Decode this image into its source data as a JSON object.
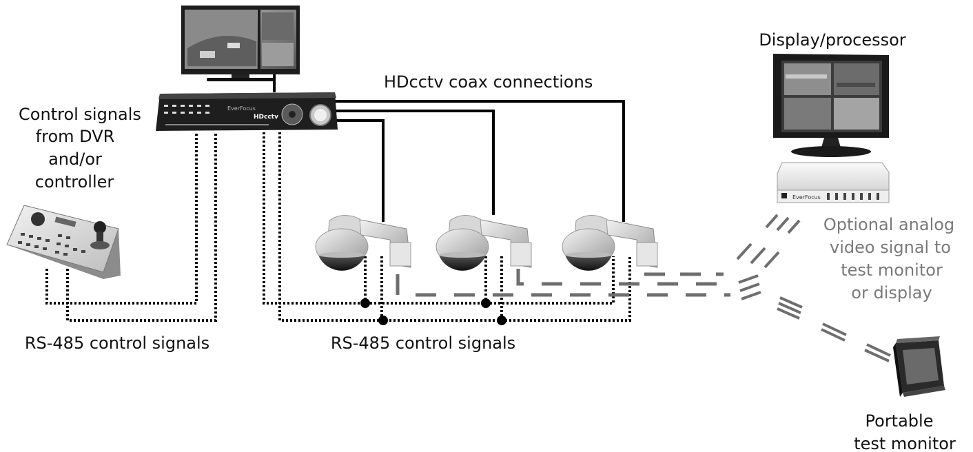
{
  "labels": {
    "control_signals": [
      "Control signals",
      "from DVR",
      "and/or",
      "controller"
    ],
    "hdcctv_coax": "HDcctv coax connections",
    "rs485_left": "RS-485 control signals",
    "rs485_center": "RS-485 control signals",
    "display_processor": "Display/processor",
    "optional_analog": [
      "Optional analog",
      "video signal to",
      "test monitor",
      "or display"
    ],
    "portable_monitor": [
      "Portable",
      "test monitor"
    ]
  },
  "dvr": {
    "logo": "HDcctv"
  },
  "colors": {
    "line": "#000000",
    "analog_dash": "#6e6e6e",
    "device_dark": "#1e1e1e",
    "text_gray": "#7a7a7a"
  },
  "icons": {
    "monitor": "monitor-icon",
    "dvr": "dvr-icon",
    "keyboard": "ptz-keyboard-icon",
    "camera": "dome-camera-icon",
    "display": "display-monitor-icon",
    "processor": "processor-box-icon",
    "portable": "portable-monitor-icon"
  }
}
